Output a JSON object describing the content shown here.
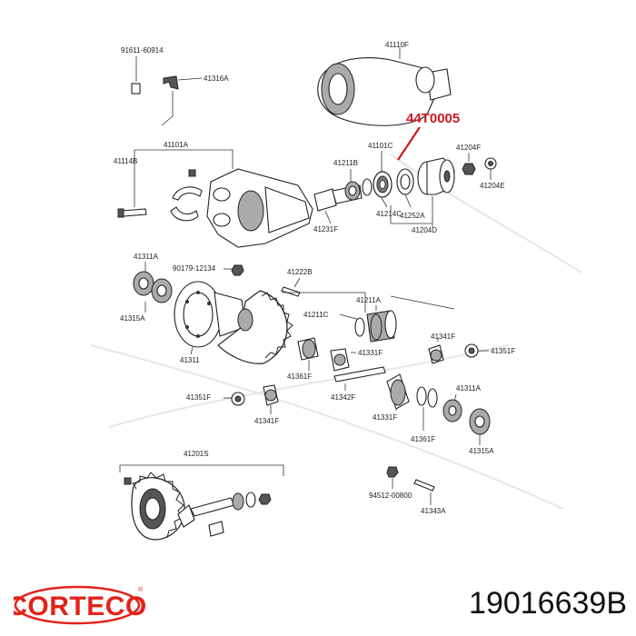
{
  "highlight_label": "44T0005",
  "labels": {
    "l_91611_60914": "91611-60914",
    "l_41316A": "41316A",
    "l_41110F": "41110F",
    "l_41101A": "41101A",
    "l_41114B": "41114B",
    "l_41101C": "41101C",
    "l_41204F": "41204F",
    "l_41211B": "41211B",
    "l_41204E": "41204E",
    "l_41214C": "41214C",
    "l_41252A": "41252A",
    "l_41231F": "41231F",
    "l_41204D": "41204D",
    "l_41311A_l": "41311A",
    "l_90179_12134": "90179-12134",
    "l_41222B": "41222B",
    "l_41211A": "41211A",
    "l_41315A_l": "41315A",
    "l_41211C": "41211C",
    "l_41311": "41311",
    "l_41341F_r": "41341F",
    "l_41351F_r": "41351F",
    "l_41331F_c": "41331F",
    "l_41361F_c": "41361F",
    "l_41342F": "41342F",
    "l_41351F_l": "41351F",
    "l_41341F_l": "41341F",
    "l_41311A_r": "41311A",
    "l_41331F_r": "41331F",
    "l_41361F_r": "41361F",
    "l_41315A_r": "41315A",
    "l_41201S": "41201S",
    "l_94512_00800": "94512-00800",
    "l_41343A": "41343A"
  },
  "brand": {
    "name": "CORTECO",
    "registered_mark": "®",
    "color": "#e2231a"
  },
  "part_number": "19016639B",
  "colors": {
    "highlight": "#d0181e",
    "line": "#222222",
    "background": "#ffffff"
  }
}
